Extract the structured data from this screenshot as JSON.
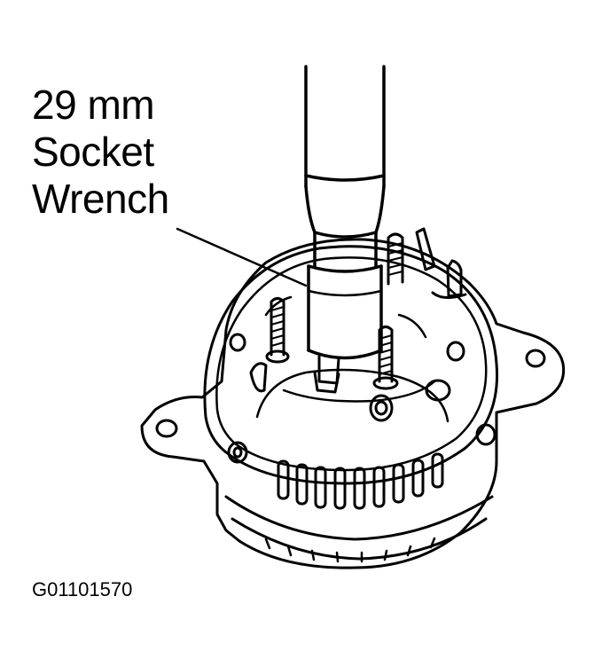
{
  "callout": {
    "line1": "29 mm",
    "line2": "Socket",
    "line3": "Wrench"
  },
  "figure_id": "G01101570",
  "colors": {
    "ink": "#000000",
    "paper": "#ffffff"
  }
}
